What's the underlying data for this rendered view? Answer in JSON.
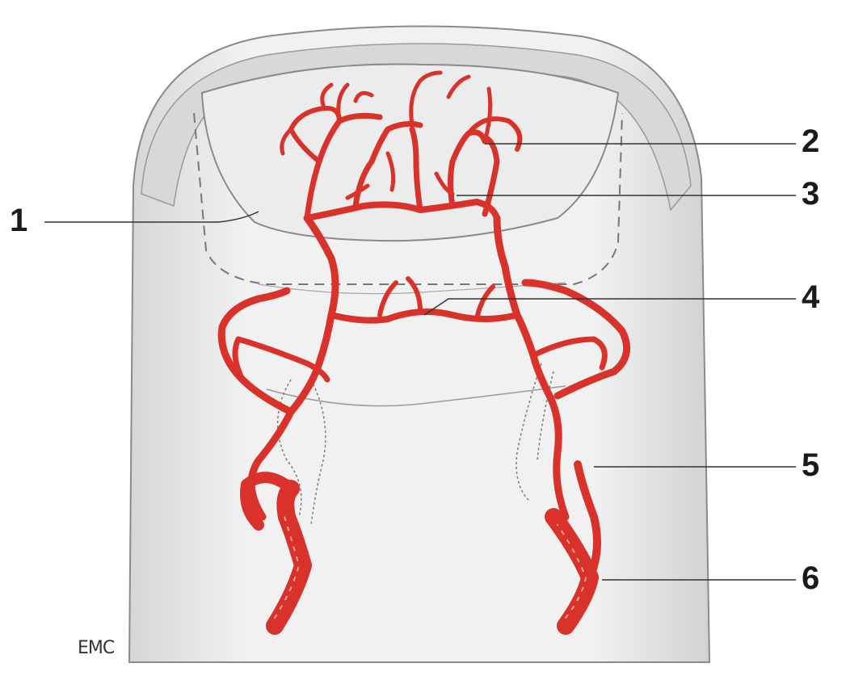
{
  "figure": {
    "labels": {
      "l1": "1",
      "l2": "2",
      "l3": "3",
      "l4": "4",
      "l5": "5",
      "l6": "6"
    },
    "credit": "EMC"
  },
  "colors": {
    "artery": "#d9322a",
    "artery_light": "#e46a5f",
    "skin_shade": "#e2e2e2",
    "nail_plate": "#ececec",
    "outline": "#8a8a8a",
    "leader_line": "#333333"
  }
}
